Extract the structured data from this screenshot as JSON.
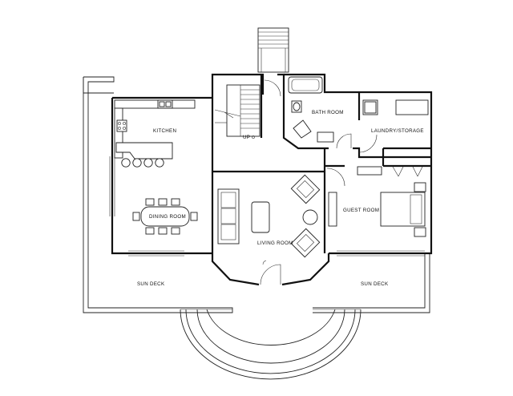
{
  "rooms": {
    "kitchen": "KITCHEN",
    "dining": "DINING ROOM",
    "living": "LIVING ROOM",
    "bath": "BATH ROOM",
    "laundry": "LAUNDRY/STORAGE",
    "guest": "GUEST ROOM",
    "sundeck_left": "SUN DECK",
    "sundeck_right": "SUN DECK"
  },
  "stairs": {
    "up_label": "UP"
  }
}
